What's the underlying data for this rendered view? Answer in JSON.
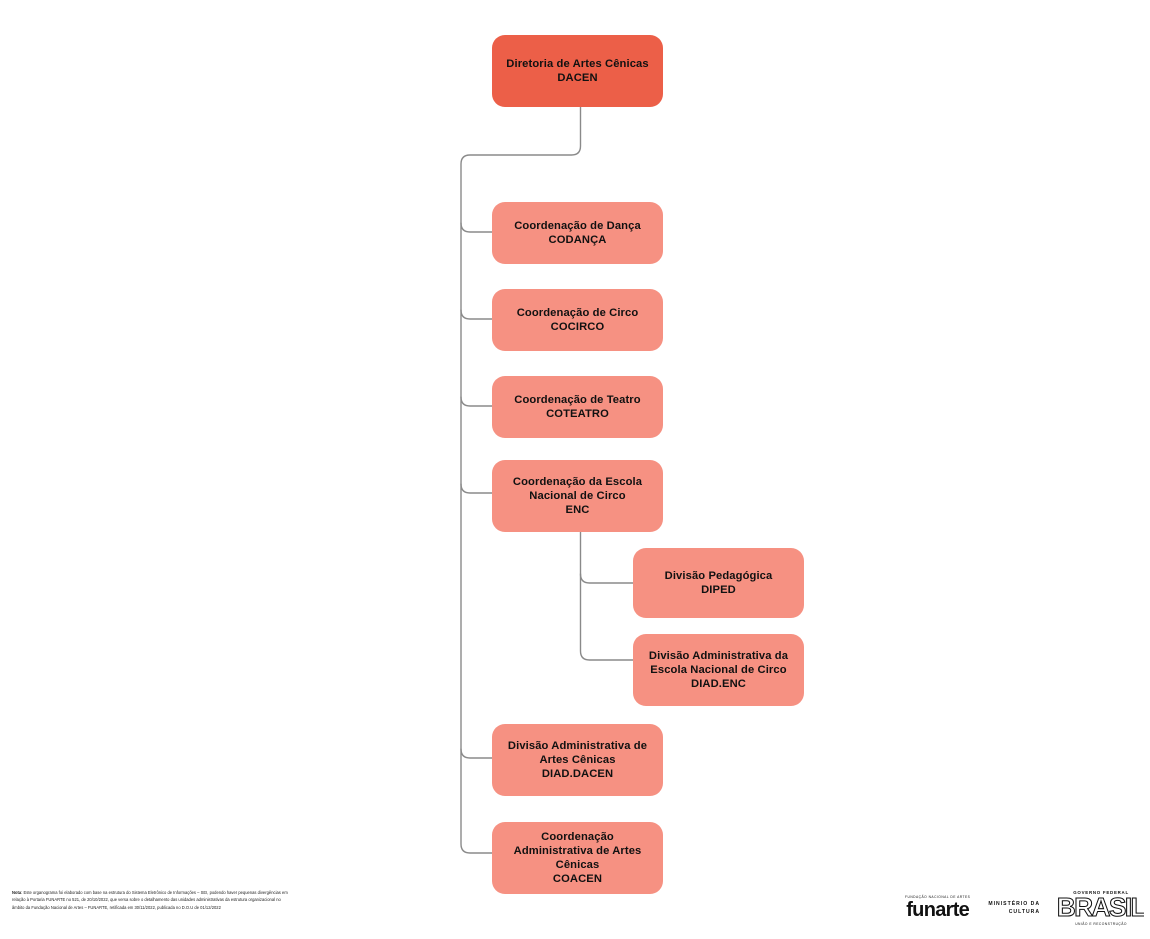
{
  "document": {
    "title": "Organograma DACEN"
  },
  "palette": {
    "root_fill": "#ec5f48",
    "child_fill": "#f69182",
    "connector": "#8a8a8a",
    "text": "#111111",
    "background": "#ffffff"
  },
  "nodes": {
    "root": {
      "label": "Diretoria de Artes Cênicas\nDACEN",
      "name": "Diretoria de Artes Cênicas",
      "acronym": "DACEN"
    },
    "codanca": {
      "label": "Coordenação de Dança\nCODANÇA",
      "name": "Coordenação de Dança",
      "acronym": "CODANÇA"
    },
    "cocirco": {
      "label": "Coordenação de Circo\nCOCIRCO",
      "name": "Coordenação de Circo",
      "acronym": "COCIRCO"
    },
    "coteatro": {
      "label": "Coordenação de Teatro\nCOTEATRO",
      "name": "Coordenação de Teatro",
      "acronym": "COTEATRO"
    },
    "enc": {
      "label": "Coordenação da Escola\nNacional de Circo\nENC",
      "name": "Coordenação da Escola Nacional de Circo",
      "acronym": "ENC"
    },
    "diped": {
      "label": "Divisão Pedagógica\nDIPED",
      "name": "Divisão Pedagógica",
      "acronym": "DIPED"
    },
    "diad_enc": {
      "label": "Divisão Administrativa da\nEscola Nacional de Circo\nDIAD.ENC",
      "name": "Divisão Administrativa da Escola Nacional de Circo",
      "acronym": "DIAD.ENC"
    },
    "diad_dacen": {
      "label": "Divisão Administrativa de\nArtes Cênicas\nDIAD.DACEN",
      "name": "Divisão Administrativa de Artes Cênicas",
      "acronym": "DIAD.DACEN"
    },
    "coacen": {
      "label": "Coordenação\nAdministrativa de Artes\nCênicas\nCOACEN",
      "name": "Coordenação Administrativa de Artes Cênicas",
      "acronym": "COACEN"
    }
  },
  "footnote": {
    "label": "Nota",
    "line1": ": Este organograma foi elaborado com base na estrutura do Sistema Eletrônico de Informações – SEI, podendo haver pequenas divergências em",
    "line2": "relação à Portaria FUNARTE no 521, de 20/10/2022, que versa sobre o detalhamento das unidades administrativas da estrutura organizacional no",
    "line3": "âmbito da Fundação Nacional de Artes – FUNARTE, retificada em 30/11/2022, publicada no D.O.U de 01/12/2022"
  },
  "logos": {
    "funarte": {
      "tagline": "FUNDAÇÃO NACIONAL DE ARTES",
      "wordmark": "funarte"
    },
    "ministerio": {
      "line1": "MINISTÉRIO DA",
      "line2": "CULTURA"
    },
    "governo": {
      "top": "GOVERNO FEDERAL",
      "wordmark": "BRASIL",
      "bottom": "UNIÃO E RECONSTRUÇÃO"
    }
  }
}
